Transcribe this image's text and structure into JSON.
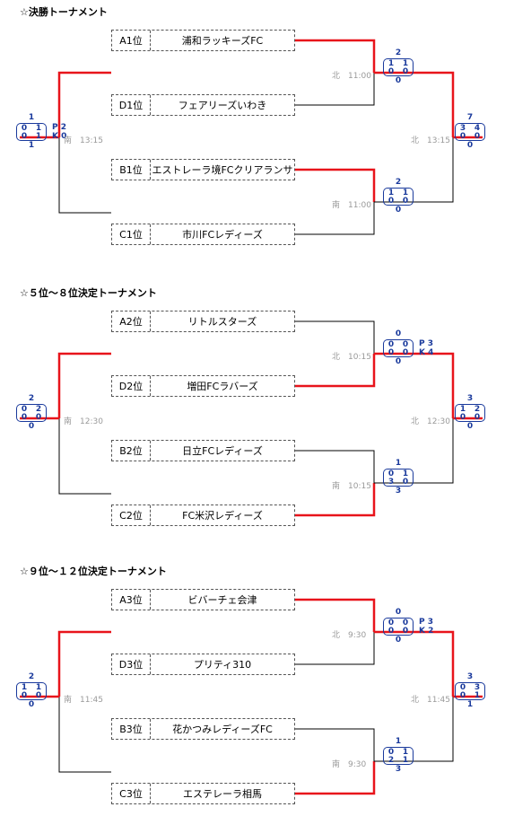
{
  "sections": [
    {
      "title": "☆決勝トーナメント",
      "teams": [
        {
          "rank": "A1位",
          "name": "浦和ラッキーズFC"
        },
        {
          "rank": "D1位",
          "name": "フェアリーズいわき"
        },
        {
          "rank": "B1位",
          "name": "エストレーラ境FCクリアランサ"
        },
        {
          "rank": "C1位",
          "name": "市川FCレディーズ"
        }
      ],
      "matches": {
        "semi1": {
          "venue": "北　11:00",
          "top": "2",
          "h1": [
            "1",
            "1"
          ],
          "h2": [
            "0",
            "0"
          ],
          "bot": "0",
          "pk": [
            "",
            ""
          ]
        },
        "semi2": {
          "venue": "南　11:00",
          "top": "2",
          "h1": [
            "1",
            "1"
          ],
          "h2": [
            "0",
            "0"
          ],
          "bot": "0",
          "pk": [
            "",
            ""
          ]
        },
        "final": {
          "venue": "北　13:15",
          "top": "7",
          "h1": [
            "3",
            "4"
          ],
          "h2": [
            "0",
            "0"
          ],
          "bot": "0",
          "pk": [
            "",
            ""
          ]
        },
        "left": {
          "venue": "南　13:15",
          "top": "1",
          "h1": [
            "0",
            "1"
          ],
          "h2": [
            "0",
            "1"
          ],
          "bot": "1",
          "pk": [
            "P 2",
            "K 0"
          ]
        }
      }
    },
    {
      "title": "☆５位～８位決定トーナメント",
      "teams": [
        {
          "rank": "A2位",
          "name": "リトルスターズ"
        },
        {
          "rank": "D2位",
          "name": "増田FCラバーズ"
        },
        {
          "rank": "B2位",
          "name": "日立FCレディーズ"
        },
        {
          "rank": "C2位",
          "name": "FC米沢レディーズ"
        }
      ],
      "matches": {
        "semi1": {
          "venue": "北　10:15",
          "top": "0",
          "h1": [
            "0",
            "0"
          ],
          "h2": [
            "0",
            "0"
          ],
          "bot": "0",
          "pk": [
            "P 3",
            "K 4"
          ]
        },
        "semi2": {
          "venue": "南　10:15",
          "top": "1",
          "h1": [
            "0",
            "1"
          ],
          "h2": [
            "3",
            "0"
          ],
          "bot": "3",
          "pk": [
            "",
            ""
          ]
        },
        "final": {
          "venue": "北　12:30",
          "top": "3",
          "h1": [
            "1",
            "2"
          ],
          "h2": [
            "0",
            "0"
          ],
          "bot": "0",
          "pk": [
            "",
            ""
          ]
        },
        "left": {
          "venue": "南　12:30",
          "top": "2",
          "h1": [
            "0",
            "2"
          ],
          "h2": [
            "0",
            "0"
          ],
          "bot": "0",
          "pk": [
            "",
            ""
          ]
        }
      }
    },
    {
      "title": "☆９位～１２位決定トーナメント",
      "teams": [
        {
          "rank": "A3位",
          "name": "ビバーチェ会津"
        },
        {
          "rank": "D3位",
          "name": "プリティ310"
        },
        {
          "rank": "B3位",
          "name": "花かつみレディーズFC"
        },
        {
          "rank": "C3位",
          "name": "エステレーラ相馬"
        }
      ],
      "matches": {
        "semi1": {
          "venue": "北　9:30",
          "top": "0",
          "h1": [
            "0",
            "0"
          ],
          "h2": [
            "0",
            "0"
          ],
          "bot": "0",
          "pk": [
            "P 3",
            "K 2"
          ]
        },
        "semi2": {
          "venue": "南　9:30",
          "top": "1",
          "h1": [
            "0",
            "1"
          ],
          "h2": [
            "2",
            "1"
          ],
          "bot": "3",
          "pk": [
            "",
            ""
          ]
        },
        "final": {
          "venue": "北　11:45",
          "top": "3",
          "h1": [
            "0",
            "3"
          ],
          "h2": [
            "0",
            "1"
          ],
          "bot": "1",
          "pk": [
            "",
            ""
          ]
        },
        "left": {
          "venue": "南　11:45",
          "top": "2",
          "h1": [
            "1",
            "1"
          ],
          "h2": [
            "0",
            "0"
          ],
          "bot": "0",
          "pk": [
            "",
            ""
          ]
        }
      }
    }
  ],
  "colors": {
    "winner_line": "#e8141b",
    "loser_line": "#000000",
    "score": "#1a3a9c",
    "venue": "#9a9a9a"
  }
}
